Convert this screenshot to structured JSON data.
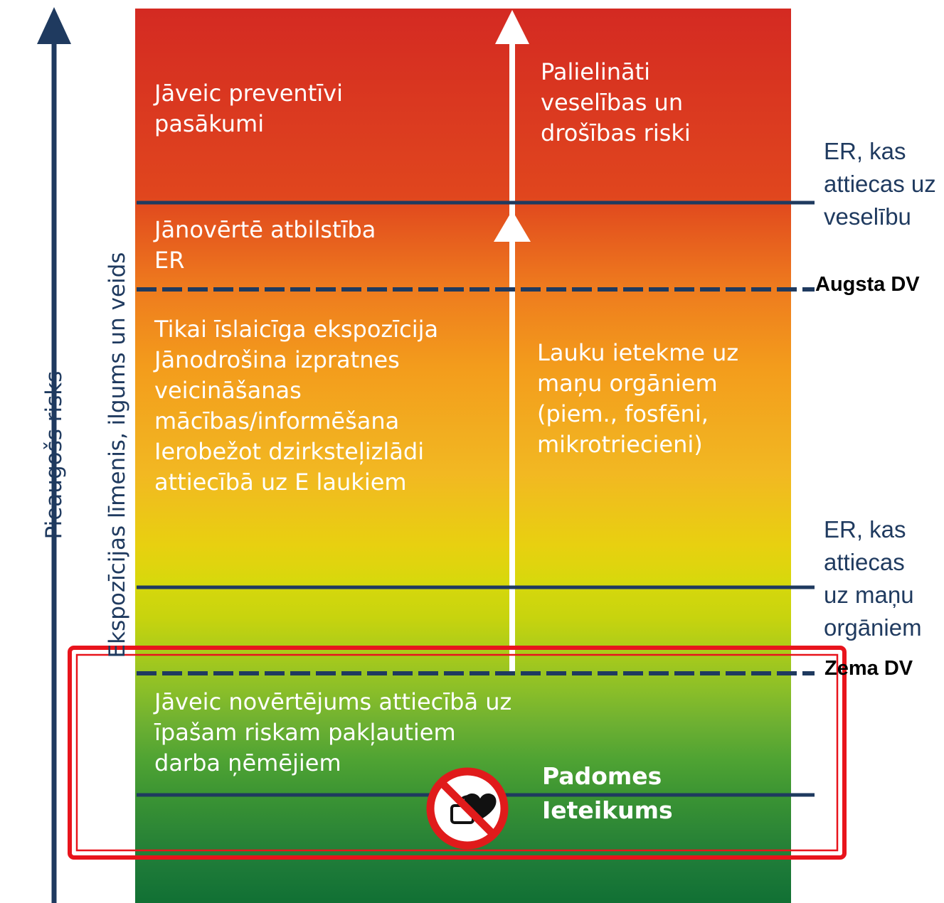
{
  "axis": {
    "outer_label": "Pieaugošs risks",
    "inner_label": "Ekspozīcijas līmenis, ilgums un veids"
  },
  "zones": {
    "preventive": [
      "Jāveic preventīvi",
      "pasākumi"
    ],
    "increased_risks": [
      "Palielināti",
      "veselības un",
      "drošības riski"
    ],
    "compliance": [
      "Jānovērtē atbilstība",
      "ER"
    ],
    "short_exposure": [
      "Tikai īslaicīga ekspozīcija",
      "Jānodrošina izpratnes",
      "veicināšanas",
      "mācības/informēšana",
      "Ierobežot dzirksteļizlādi",
      "attiecībā uz E laukiem"
    ],
    "sensory_effects": [
      "Lauku ietekme uz",
      "maņu orgāniem",
      "(piem., fosfēni,",
      "mikrotriecieni)"
    ],
    "special_risk": [
      "Jāveic novērtējums attiecībā uz",
      "īpašam riskam pakļautiem",
      "darba ņēmējiem"
    ],
    "council": [
      "Padomes",
      "Ieteikums"
    ]
  },
  "side_labels": {
    "er_health": [
      "ER, kas",
      "attiecas uz",
      "veselību"
    ],
    "high_av": "Augsta DV",
    "er_sensory": [
      "ER, kas",
      "attiecas",
      "uz maņu",
      "orgāniem"
    ],
    "low_av": "Zema DV"
  },
  "colors": {
    "axis_navy": "#1f3a5f",
    "highlight_red": "#e8141c",
    "top_red": "#d42a22",
    "bottom_green": "#117034"
  },
  "icons": {
    "pacemaker_prohibited": "no-pacemaker-icon"
  }
}
